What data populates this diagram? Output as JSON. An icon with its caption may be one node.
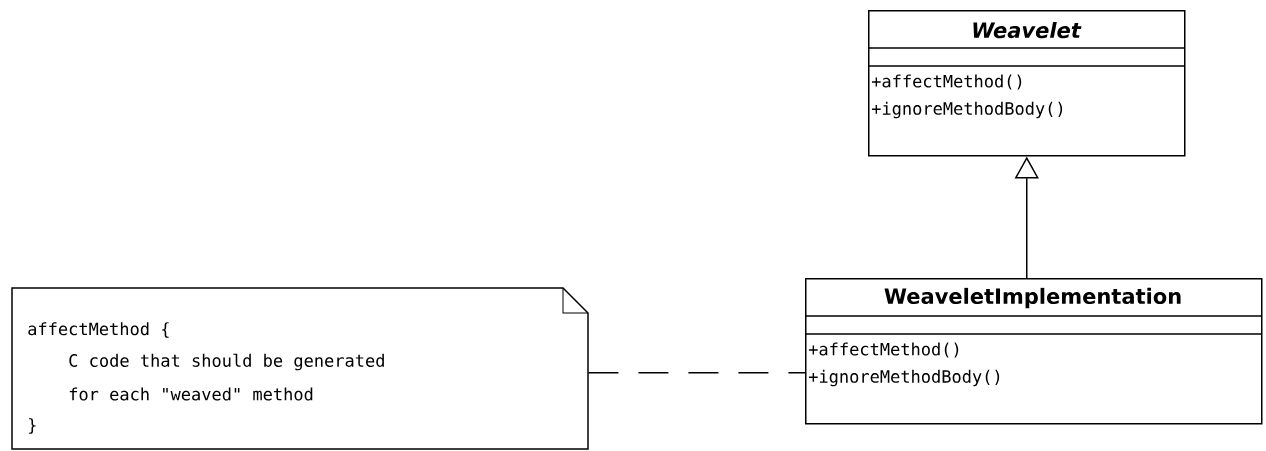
{
  "diagram": {
    "nodes": [
      {
        "text": [
          "Weavelet",
          "+affectMethod()",
          "+ignoreMethodBody()"
        ]
      },
      {
        "text": [
          "affectMethod {",
          "C code that should be generated",
          "for each \"weaved\" method",
          "}"
        ]
      },
      {
        "text": [
          "WeaveletImplementation",
          "+affectMethod()",
          "+ignoreMethodBody()"
        ]
      }
    ],
    "edges": [
      {
        "from": 2,
        "to": 0,
        "arrow": "to"
      },
      {
        "from": 1,
        "to": 2,
        "arrow": "none",
        "style": "dashed"
      }
    ]
  }
}
